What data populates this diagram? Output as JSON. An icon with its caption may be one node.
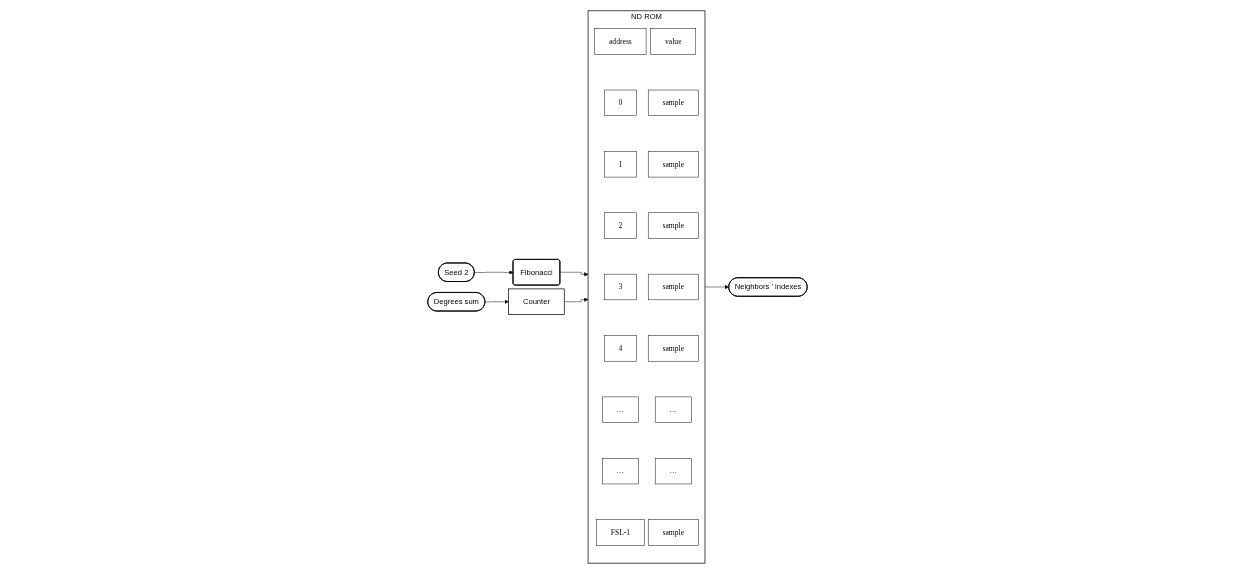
{
  "diagram": {
    "nodes": [
      {
        "text": [
          "Seed 2"
        ]
      },
      {
        "text": [
          "Fibonacci"
        ]
      },
      {
        "text": [
          "Degrees sum"
        ]
      },
      {
        "text": [
          "Counter"
        ]
      },
      {
        "text": [
          "ND ROM"
        ]
      },
      {
        "text": [
          "address"
        ],
        "in": 4
      },
      {
        "text": [
          "value"
        ],
        "in": 4
      },
      {
        "text": [
          "0"
        ],
        "in": 4
      },
      {
        "text": [
          "sample"
        ],
        "in": 4
      },
      {
        "text": [
          "1"
        ],
        "in": 4
      },
      {
        "text": [
          "sample"
        ],
        "in": 4
      },
      {
        "text": [
          "2"
        ],
        "in": 4
      },
      {
        "text": [
          "sample"
        ],
        "in": 4
      },
      {
        "text": [
          "3"
        ],
        "in": 4
      },
      {
        "text": [
          "sample"
        ],
        "in": 4
      },
      {
        "text": [
          "4"
        ],
        "in": 4
      },
      {
        "text": [
          "sample"
        ],
        "in": 4
      },
      {
        "text": [
          "…"
        ],
        "in": 4
      },
      {
        "text": [
          "…"
        ],
        "in": 4
      },
      {
        "text": [
          "…"
        ],
        "in": 4
      },
      {
        "text": [
          "…"
        ],
        "in": 4
      },
      {
        "text": [
          "FSL-1"
        ],
        "in": 4
      },
      {
        "text": [
          "sample"
        ],
        "in": 4
      },
      {
        "text": [
          "Neighbors ’ indexes"
        ]
      }
    ],
    "edges": [
      {
        "from": 0,
        "to": 1,
        "arrow": "to"
      },
      {
        "from": 2,
        "to": 3,
        "arrow": "to"
      },
      {
        "from": 1,
        "to": 4,
        "arrow": "to"
      },
      {
        "from": 3,
        "to": 4,
        "arrow": "to"
      },
      {
        "from": 4,
        "to": 23,
        "arrow": "to"
      }
    ]
  }
}
